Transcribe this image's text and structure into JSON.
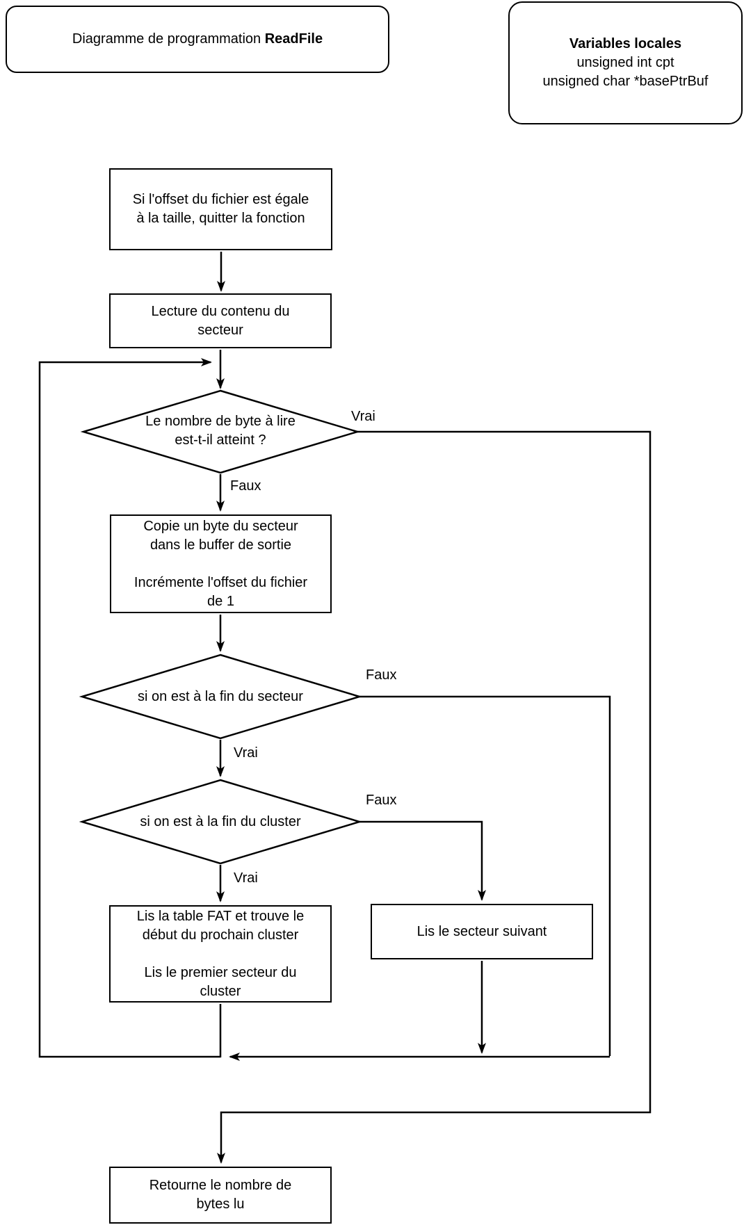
{
  "title": {
    "prefix": "Diagramme de programmation ",
    "bold": "ReadFile"
  },
  "variables": {
    "heading": "Variables locales",
    "lines": [
      "unsigned int cpt",
      "unsigned char *basePtrBuf"
    ]
  },
  "nodes": {
    "check_offset": {
      "lines": [
        "Si l'offset du fichier est égale",
        "à la taille, quitter la fonction"
      ]
    },
    "read_sector": {
      "lines": [
        "Lecture du contenu du",
        "secteur"
      ]
    },
    "bytes_reached": {
      "lines": [
        "Le nombre de byte à lire",
        "est-t-il atteint ?"
      ]
    },
    "copy_byte": {
      "lines": [
        "Copie un byte du secteur",
        "dans le buffer de sortie",
        "",
        "Incrémente l'offset du fichier",
        "de 1"
      ]
    },
    "end_sector": {
      "label": "si on est à la fin du secteur"
    },
    "end_cluster": {
      "label": "si on est à la fin du cluster"
    },
    "read_fat": {
      "lines": [
        "Lis la table FAT et trouve le",
        "début du prochain cluster",
        "",
        "Lis le premier secteur du",
        "cluster"
      ]
    },
    "next_sector": {
      "label": "Lis le secteur suivant"
    },
    "return_bytes": {
      "lines": [
        "Retourne le nombre de",
        "bytes lu"
      ]
    }
  },
  "edges": {
    "bytes_vrai": "Vrai",
    "bytes_faux": "Faux",
    "sector_faux": "Faux",
    "sector_vrai": "Vrai",
    "cluster_faux": "Faux",
    "cluster_vrai": "Vrai"
  },
  "colors": {
    "stroke": "#000000",
    "background": "#ffffff"
  }
}
